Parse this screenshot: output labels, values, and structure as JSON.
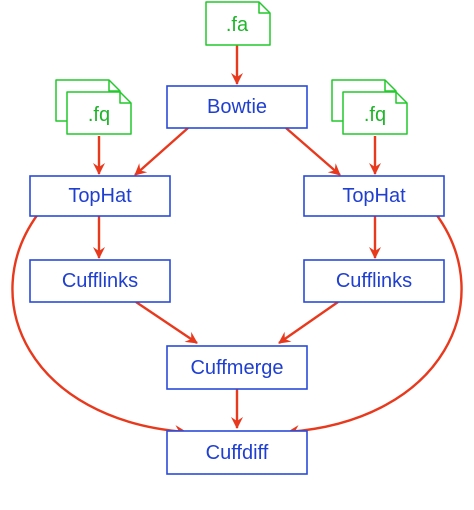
{
  "colors": {
    "node_border": "#2a4bd7",
    "node_text": "#1f3fd1",
    "file_border": "#22c92a",
    "file_text": "#1fb52a",
    "edge": "#e8391d",
    "background": "#ffffff"
  },
  "files": {
    "fa": {
      "label": ".fa",
      "icon": "file-icon"
    },
    "fq_left": {
      "label": ".fq",
      "icon": "file-stack-icon"
    },
    "fq_right": {
      "label": ".fq",
      "icon": "file-stack-icon"
    }
  },
  "nodes": {
    "bowtie": "Bowtie",
    "tophat_left": "TopHat",
    "tophat_right": "TopHat",
    "cufflinks_left": "Cufflinks",
    "cufflinks_right": "Cufflinks",
    "cuffmerge": "Cuffmerge",
    "cuffdiff": "Cuffdiff"
  }
}
